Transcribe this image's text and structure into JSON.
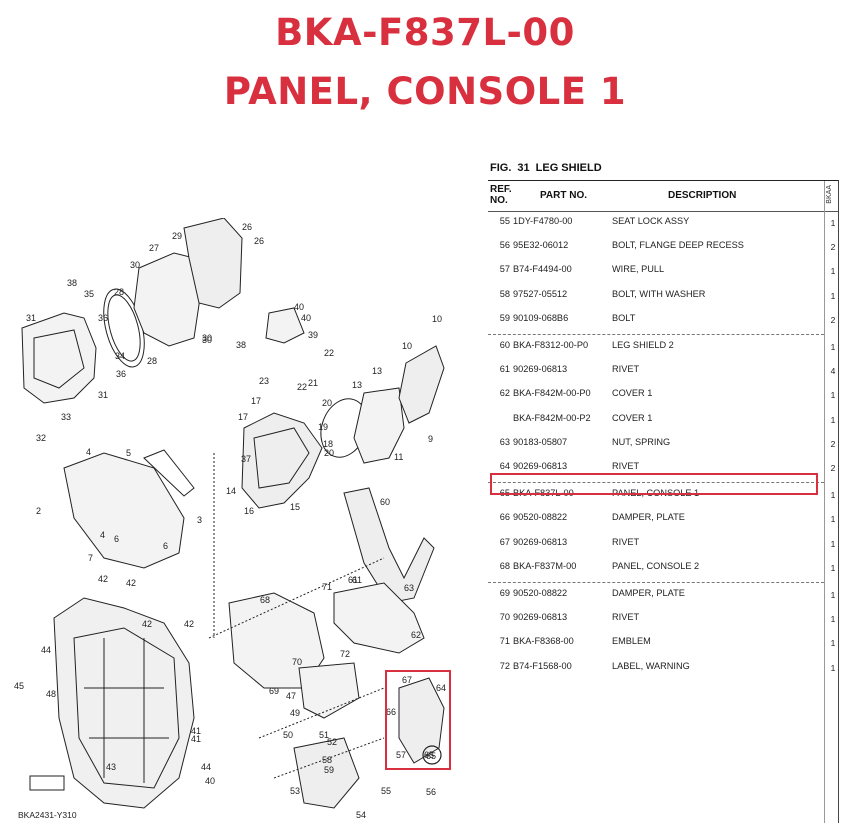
{
  "header": {
    "part_code": "BKA-F837L-00",
    "part_title": "PANEL, CONSOLE 1"
  },
  "table": {
    "fig_label": "FIG.",
    "fig_number": "31",
    "fig_title": "LEG SHIELD",
    "columns": {
      "ref": "REF. NO.",
      "part": "PART NO.",
      "desc": "DESCRIPTION",
      "qty": "BKAA"
    },
    "rows": [
      {
        "ref": "55",
        "part": "1DY-F4780-00",
        "desc": "SEAT LOCK ASSY",
        "qty": "1"
      },
      {
        "ref": "56",
        "part": "95E32-06012",
        "desc": "BOLT, FLANGE DEEP RECESS",
        "qty": "2"
      },
      {
        "ref": "57",
        "part": "B74-F4494-00",
        "desc": "WIRE, PULL",
        "qty": "1"
      },
      {
        "ref": "58",
        "part": "97527-05512",
        "desc": "BOLT, WITH WASHER",
        "qty": "1"
      },
      {
        "ref": "59",
        "part": "90109-068B6",
        "desc": "BOLT",
        "qty": "2"
      },
      {
        "ref": "60",
        "part": "BKA-F8312-00-P0",
        "desc": "LEG SHIELD 2",
        "qty": "1"
      },
      {
        "ref": "61",
        "part": "90269-06813",
        "desc": "RIVET",
        "qty": "4"
      },
      {
        "ref": "62",
        "part": "BKA-F842M-00-P0",
        "desc": "COVER 1",
        "qty": "1"
      },
      {
        "ref": "",
        "part": "BKA-F842M-00-P2",
        "desc": "COVER 1",
        "qty": "1"
      },
      {
        "ref": "63",
        "part": "90183-05807",
        "desc": "NUT, SPRING",
        "qty": "2"
      },
      {
        "ref": "64",
        "part": "90269-06813",
        "desc": "RIVET",
        "qty": "2"
      },
      {
        "ref": "65",
        "part": "BKA-F837L-00",
        "desc": "PANEL, CONSOLE 1",
        "qty": "1"
      },
      {
        "ref": "66",
        "part": "90520-08822",
        "desc": "DAMPER, PLATE",
        "qty": "1"
      },
      {
        "ref": "67",
        "part": "90269-06813",
        "desc": "RIVET",
        "qty": "1"
      },
      {
        "ref": "68",
        "part": "BKA-F837M-00",
        "desc": "PANEL, CONSOLE 2",
        "qty": "1"
      },
      {
        "ref": "69",
        "part": "90520-08822",
        "desc": "DAMPER, PLATE",
        "qty": "1"
      },
      {
        "ref": "70",
        "part": "90269-06813",
        "desc": "RIVET",
        "qty": "1"
      },
      {
        "ref": "71",
        "part": "BKA-F8368-00",
        "desc": "EMBLEM",
        "qty": "1"
      },
      {
        "ref": "72",
        "part": "B74-F1568-00",
        "desc": "LABEL, WARNING",
        "qty": "1"
      }
    ],
    "highlighted_ref": "65"
  },
  "diagram": {
    "code": "BKA2431-Y310",
    "callout_highlight": "65",
    "labels": [
      "26",
      "26",
      "27",
      "29",
      "30",
      "30",
      "28",
      "28",
      "30",
      "38",
      "35",
      "31",
      "36",
      "34",
      "36",
      "33",
      "31",
      "32",
      "40",
      "40",
      "38",
      "39",
      "22",
      "23",
      "21",
      "22",
      "20",
      "19",
      "17",
      "17",
      "37",
      "20",
      "16",
      "18",
      "15",
      "14",
      "13",
      "13",
      "11",
      "10",
      "10",
      "9",
      "2",
      "4",
      "5",
      "3",
      "4",
      "6",
      "6",
      "7",
      "42",
      "42",
      "42",
      "42",
      "41",
      "44",
      "43",
      "45",
      "48",
      "41",
      "44",
      "40",
      "68",
      "69",
      "70",
      "60",
      "61",
      "71",
      "63",
      "61",
      "72",
      "62",
      "67",
      "64",
      "66",
      "65",
      "47",
      "51",
      "52",
      "50",
      "53",
      "54",
      "55",
      "56",
      "49",
      "57",
      "58",
      "59"
    ]
  },
  "colors": {
    "accent": "#d8303f",
    "ink": "#1a1a1a"
  }
}
